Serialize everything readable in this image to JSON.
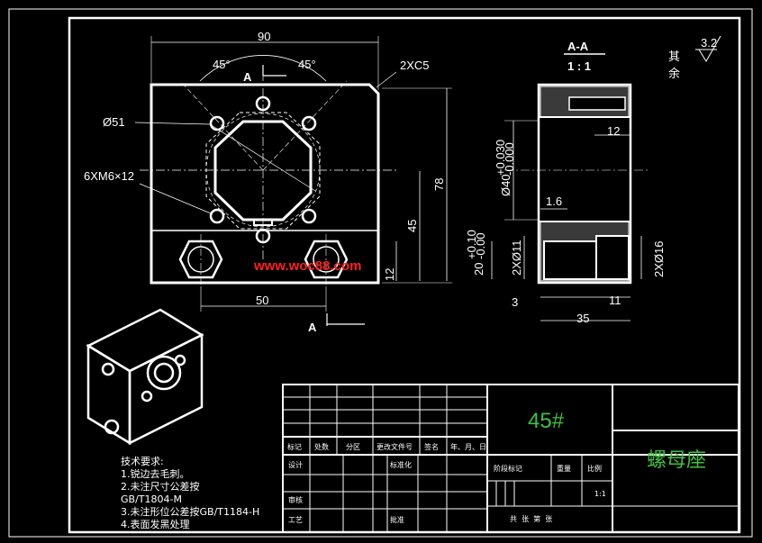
{
  "drawing": {
    "dim_width": "90",
    "angle_left": "45°",
    "angle_right": "45°",
    "section_mark": "A",
    "chamfer": "2XC5",
    "dim_hole_circle": "Ø51",
    "dim_threads": "6XM6×12",
    "dim_height": "78",
    "dim_center_height": "45",
    "dim_bottom_height": "12",
    "dim_hole_spacing": "50",
    "watermark": "www.woc88.com"
  },
  "section_view": {
    "title": "A-A",
    "scale": "1 : 1",
    "dim_depth": "12",
    "dim_bore": "Ø40",
    "dim_bore_tol_upper": "+0.030",
    "dim_bore_tol_lower": "-0.000",
    "roughness_local": "1.6",
    "dim_hole_small": "2XØ11",
    "dim_hole_small_pos": "20",
    "dim_hole_tol_upper": "+0.10",
    "dim_hole_tol_lower": "-0.00",
    "dim_hole_large": "2XØ16",
    "dim_offset": "3",
    "dim_step": "11",
    "dim_total_width": "35"
  },
  "surface": {
    "label_1": "其",
    "label_2": "余",
    "roughness": "3.2"
  },
  "notes": {
    "title": "技术要求:",
    "line1": "1.锐边去毛刺。",
    "line2": "2.未注尺寸公差按",
    "line3": "GB/T1804-M",
    "line4": "3.未注形位公差按GB/T1184-H",
    "line5": "4.表面发黑处理"
  },
  "title_block": {
    "material": "45#",
    "part_name": "螺母座",
    "h_mark": "标记",
    "h_count": "处数",
    "h_zone": "分区",
    "h_doc": "更改文件号",
    "h_sign": "签名",
    "h_date": "年、月、日",
    "design": "设计",
    "standardize": "标准化",
    "review": "审核",
    "process": "工艺",
    "approve": "批准",
    "stage_mark": "阶段标记",
    "weight": "重量",
    "scale_label": "比例",
    "scale_value": "1:1",
    "sheets": "共  张  第  张"
  }
}
